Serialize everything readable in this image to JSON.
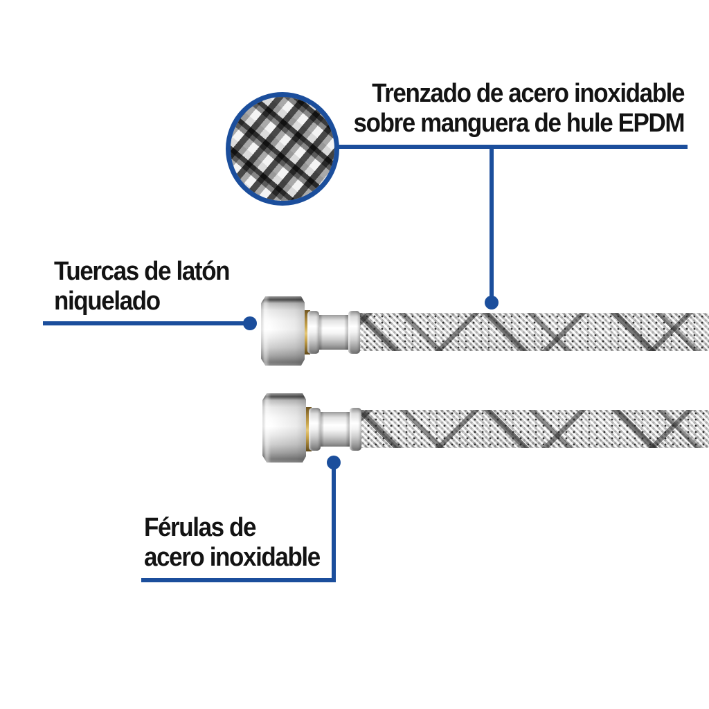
{
  "colors": {
    "accent_blue": "#1b4e9c",
    "text": "#131313",
    "background": "#ffffff",
    "brass": "#caa84f",
    "chrome": "#e9e9e9"
  },
  "annotations": {
    "braid": {
      "line1": "Trenzado de acero inoxidable",
      "line2": "sobre manguera de hule EPDM"
    },
    "nuts": {
      "line1": "Tuercas de latón",
      "line2": "niquelado"
    },
    "ferrules": {
      "line1": "Férulas de",
      "line2": "acero inoxidable"
    }
  }
}
